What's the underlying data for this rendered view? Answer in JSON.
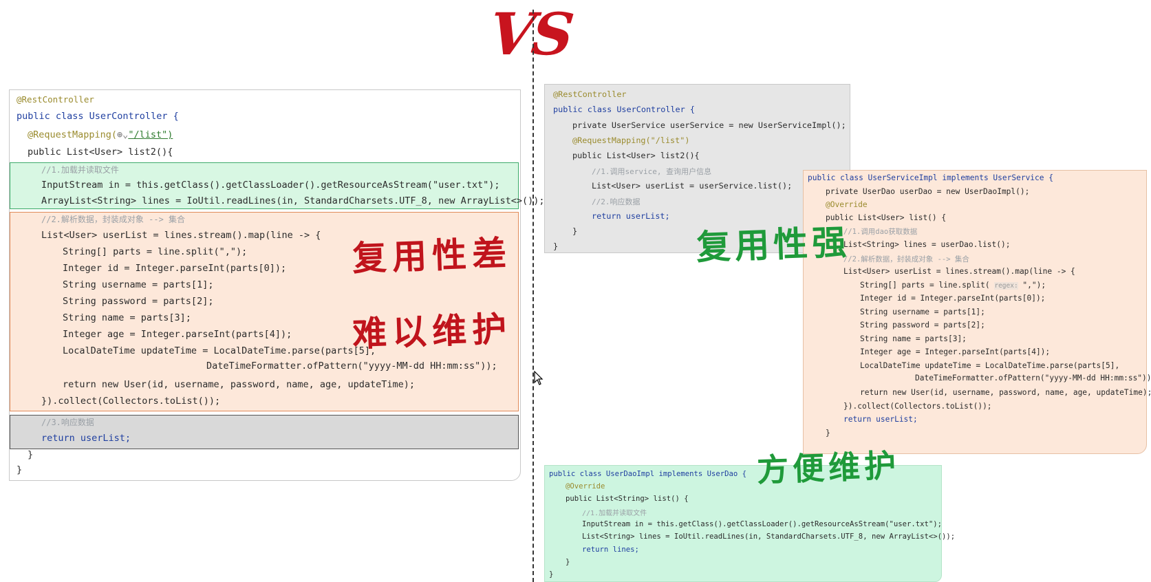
{
  "overlay": {
    "vs": "VS",
    "bad_reuse": "复用性差",
    "hard_maintain": "难以维护",
    "good_reuse": "复用性强",
    "easy_maintain": "方便维护",
    "colors": {
      "vs_red": "#c8141e",
      "handwrite_red": "#c0141c",
      "handwrite_green": "#1f9a3a"
    }
  },
  "left_panel": {
    "annotation": "@RestController",
    "class_decl": "public class UserController {",
    "mapping": "@RequestMapping(",
    "mapping_path": "\"/list\")",
    "method": "public List<User> list2(){",
    "c1": "//1.加载并读取文件",
    "l1": "InputStream in = this.getClass().getClassLoader().getResourceAsStream(\"user.txt\");",
    "l2": "ArrayList<String> lines = IoUtil.readLines(in, StandardCharsets.UTF_8, new ArrayList<>());",
    "c2": "//2.解析数据，封装成对象 --> 集合",
    "l3": "List<User> userList = lines.stream().map(line -> {",
    "l4": "String[] parts = line.split(\",\");",
    "l5": "Integer id = Integer.parseInt(parts[0]);",
    "l6": "String username = parts[1];",
    "l7": "String password = parts[2];",
    "l8": "String name = parts[3];",
    "l9": "Integer age = Integer.parseInt(parts[4]);",
    "l10": "LocalDateTime updateTime = LocalDateTime.parse(parts[5],",
    "l11": "DateTimeFormatter.ofPattern(\"yyyy-MM-dd HH:mm:ss\"));",
    "l12": "return new User(id, username, password, name, age, updateTime);",
    "l13": "}).collect(Collectors.toList());",
    "c3": "//3.响应数据",
    "l14": "return userList;",
    "close1": "}",
    "close2": "}"
  },
  "controller_panel": {
    "annotation": "@RestController",
    "class_decl": "public class UserController {",
    "field": "private UserService userService = new UserServiceImpl();",
    "mapping": "@RequestMapping(\"/list\")",
    "method": "public List<User> list2(){",
    "c1": "//1.调用service, 查询用户信息",
    "l1": "List<User> userList = userService.list();",
    "c2": "//2.响应数据",
    "l2": "return userList;",
    "close1": "}",
    "close2": "}"
  },
  "service_panel": {
    "class_decl": "public class UserServiceImpl implements UserService {",
    "field": "private UserDao userDao = new UserDaoImpl();",
    "override": "@Override",
    "method": "public List<User> list() {",
    "c1": "//1.调用dao获取数据",
    "l1": "List<String> lines = userDao.list();",
    "c2": "//2.解析数据，封装成对象 --> 集合",
    "l2": "List<User> userList = lines.stream().map(line -> {",
    "l3": "String[] parts = line.split(",
    "l3_hint": "regex:",
    "l3_end": "\",\");",
    "l4": "Integer id = Integer.parseInt(parts[0]);",
    "l5": "String username = parts[1];",
    "l6": "String password = parts[2];",
    "l7": "String name = parts[3];",
    "l8": "Integer age = Integer.parseInt(parts[4]);",
    "l9": "LocalDateTime updateTime = LocalDateTime.parse(parts[5],",
    "l10": "DateTimeFormatter.ofPattern(\"yyyy-MM-dd HH:mm:ss\"));",
    "l11": "return new User(id, username, password, name, age, updateTime);",
    "l12": "}).collect(Collectors.toList());",
    "l13": "return userList;",
    "close1": "}"
  },
  "dao_panel": {
    "class_decl": "public class UserDaoImpl implements UserDao {",
    "override": "@Override",
    "method": "public List<String> list() {",
    "c1": "//1.加载并读取文件",
    "l1": "InputStream in = this.getClass().getClassLoader().getResourceAsStream(\"user.txt\");",
    "l2": "List<String> lines = IoUtil.readLines(in, StandardCharsets.UTF_8, new ArrayList<>());",
    "l3": "return lines;",
    "close1": "}",
    "close2": "}"
  }
}
